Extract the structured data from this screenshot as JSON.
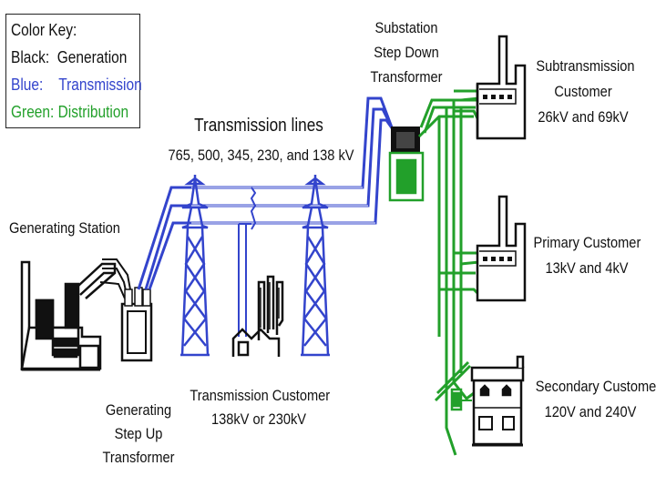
{
  "legend": {
    "title": "Color Key:",
    "items": [
      {
        "label": "Black:  Generation",
        "color": "#111111"
      },
      {
        "label": "Blue:    Transmission",
        "color": "#3344cc"
      },
      {
        "label": "Green: Distribution",
        "color": "#22a02a"
      }
    ]
  },
  "labels": {
    "transmission_title": "Transmission lines",
    "transmission_voltages": "765, 500, 345, 230, and 138 kV",
    "generating_station": "Generating Station",
    "step_up": [
      "Generating",
      "Step Up",
      "Transformer"
    ],
    "transmission_customer": [
      "Transmission Customer",
      "138kV or 230kV"
    ],
    "substation": [
      "Substation",
      "Step Down",
      "Transformer"
    ],
    "subtransmission_customer": [
      "Subtransmission",
      "Customer",
      "26kV and 69kV"
    ],
    "primary_customer": [
      "Primary Customer",
      "13kV and 4kV"
    ],
    "secondary_customer": [
      "Secondary Customer",
      "120V and 240V"
    ]
  },
  "colors": {
    "generation": "#111111",
    "transmission": "#3344cc",
    "distribution": "#22a02a"
  }
}
